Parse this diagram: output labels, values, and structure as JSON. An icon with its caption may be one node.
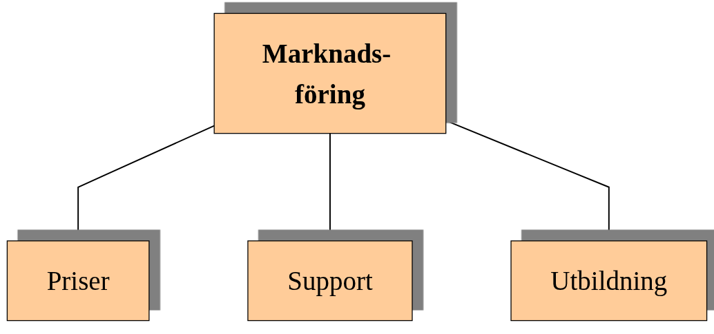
{
  "diagram": {
    "nodes": [
      {
        "text": [
          "Marknads- föring"
        ]
      },
      {
        "text": [
          "Priser"
        ]
      },
      {
        "text": [
          "Support"
        ]
      },
      {
        "text": [
          "Utbildning"
        ]
      }
    ],
    "edges": [
      {
        "from": 0,
        "to": 1,
        "arrow": "none"
      },
      {
        "from": 0,
        "to": 2,
        "arrow": "none"
      },
      {
        "from": 0,
        "to": 3,
        "arrow": "none"
      }
    ]
  }
}
